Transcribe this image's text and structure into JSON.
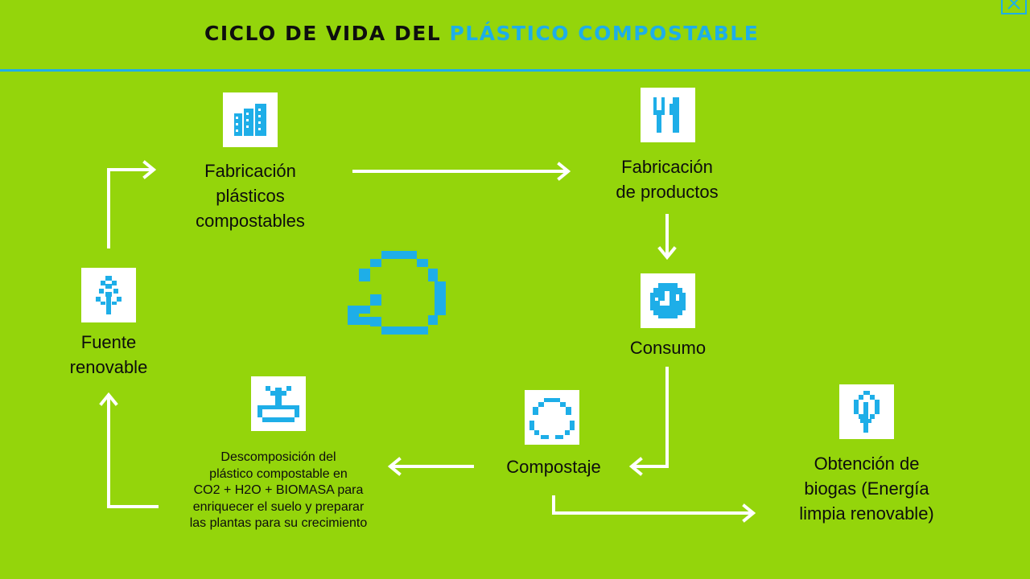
{
  "header": {
    "title_part1": "CICLO DE VIDA DEL ",
    "title_part2": "PLÁSTICO COMPOSTABLE"
  },
  "colors": {
    "background": "#94d50b",
    "accent": "#1eaee8",
    "title_dark": "#0e0e0e",
    "tile": "#ffffff",
    "arrow": "#ffffff"
  },
  "nodes": {
    "fabricacion_plasticos": {
      "icon": "buildings-icon",
      "lines": [
        "Fabricación",
        "plásticos",
        "compostables"
      ]
    },
    "fabricacion_productos": {
      "icon": "cutlery-icon",
      "lines": [
        "Fabricación",
        "de productos"
      ]
    },
    "consumo": {
      "icon": "globe-icon",
      "lines": [
        "Consumo"
      ]
    },
    "compostaje": {
      "icon": "recycle-circle-icon",
      "lines": [
        "Compostaje"
      ]
    },
    "biogas": {
      "icon": "leaf-icon",
      "lines": [
        "Obtención de",
        "biogas (Energía",
        "limpia renovable)"
      ]
    },
    "descomposicion": {
      "icon": "sprout-bowl-icon",
      "lines": [
        "Descomposición del",
        "plástico compostable en",
        "CO2 + H2O + BIOMASA para",
        "enriquecer el suelo y preparar",
        "las plantas para su crecimiento"
      ]
    },
    "fuente_renovable": {
      "icon": "plant-icon",
      "lines": [
        "Fuente",
        "renovable"
      ]
    }
  },
  "center_logo": "cycle-logo-icon"
}
